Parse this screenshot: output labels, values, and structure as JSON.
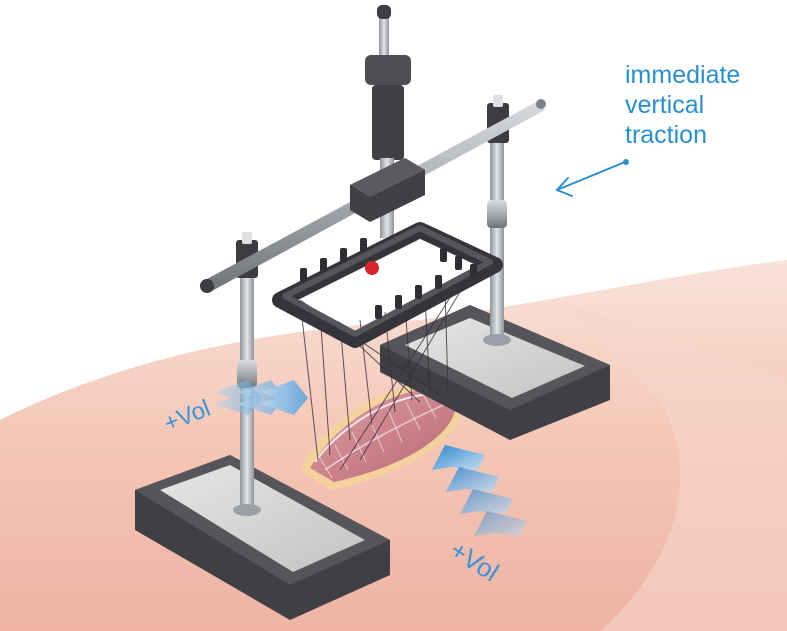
{
  "annotation": {
    "lines": [
      "immediate",
      "vertical",
      "traction"
    ],
    "color": "#2a8fd0"
  },
  "vol_labels": {
    "left": "+Vol",
    "right": "+Vol"
  },
  "colors": {
    "skin": "#f3c4b4",
    "base": "#4a4a4e",
    "pad": "#d7d7d5",
    "rod": "#b9bcc0",
    "arrow_blue": "#3b93d6",
    "wound": "#c97d85"
  },
  "icons": {
    "callout_arrow": "arrow-pointer-icon",
    "volume_arrows": "chevron-stack-icon"
  }
}
